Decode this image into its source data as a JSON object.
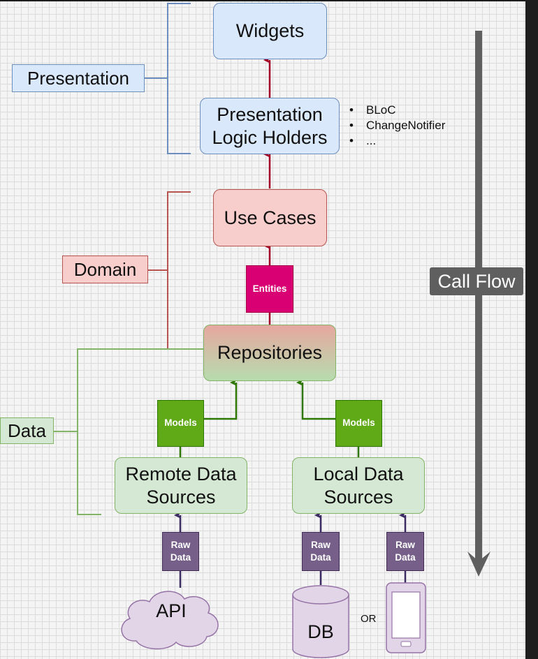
{
  "layers": {
    "presentation": "Presentation",
    "domain": "Domain",
    "data": "Data"
  },
  "nodes": {
    "widgets": "Widgets",
    "presentation_logic_line1": "Presentation",
    "presentation_logic_line2": "Logic Holders",
    "use_cases": "Use Cases",
    "entities": "Entities",
    "repositories": "Repositories",
    "models_left": "Models",
    "models_right": "Models",
    "remote_line1": "Remote Data",
    "remote_line2": "Sources",
    "local_line1": "Local Data",
    "local_line2": "Sources",
    "raw_api_line1": "Raw",
    "raw_api_line2": "Data",
    "raw_db_line1": "Raw",
    "raw_db_line2": "Data",
    "raw_device_line1": "Raw",
    "raw_device_line2": "Data",
    "api": "API",
    "db": "DB",
    "or": "OR"
  },
  "logic_holder_examples": [
    "BLoC",
    "ChangeNotifier",
    "..."
  ],
  "call_flow": "Call Flow",
  "colors": {
    "presentation": "#dae8fc",
    "domain": "#f8cecc",
    "data": "#d5e8d4",
    "raw_data": "#76608a",
    "entities": "#d80073",
    "models": "#60a917",
    "sources_shape": "#e1d5e7",
    "call_flow": "#5f5f5f"
  },
  "icons": [
    "cloud-icon",
    "database-icon",
    "phone-icon",
    "arrow-down-icon"
  ]
}
